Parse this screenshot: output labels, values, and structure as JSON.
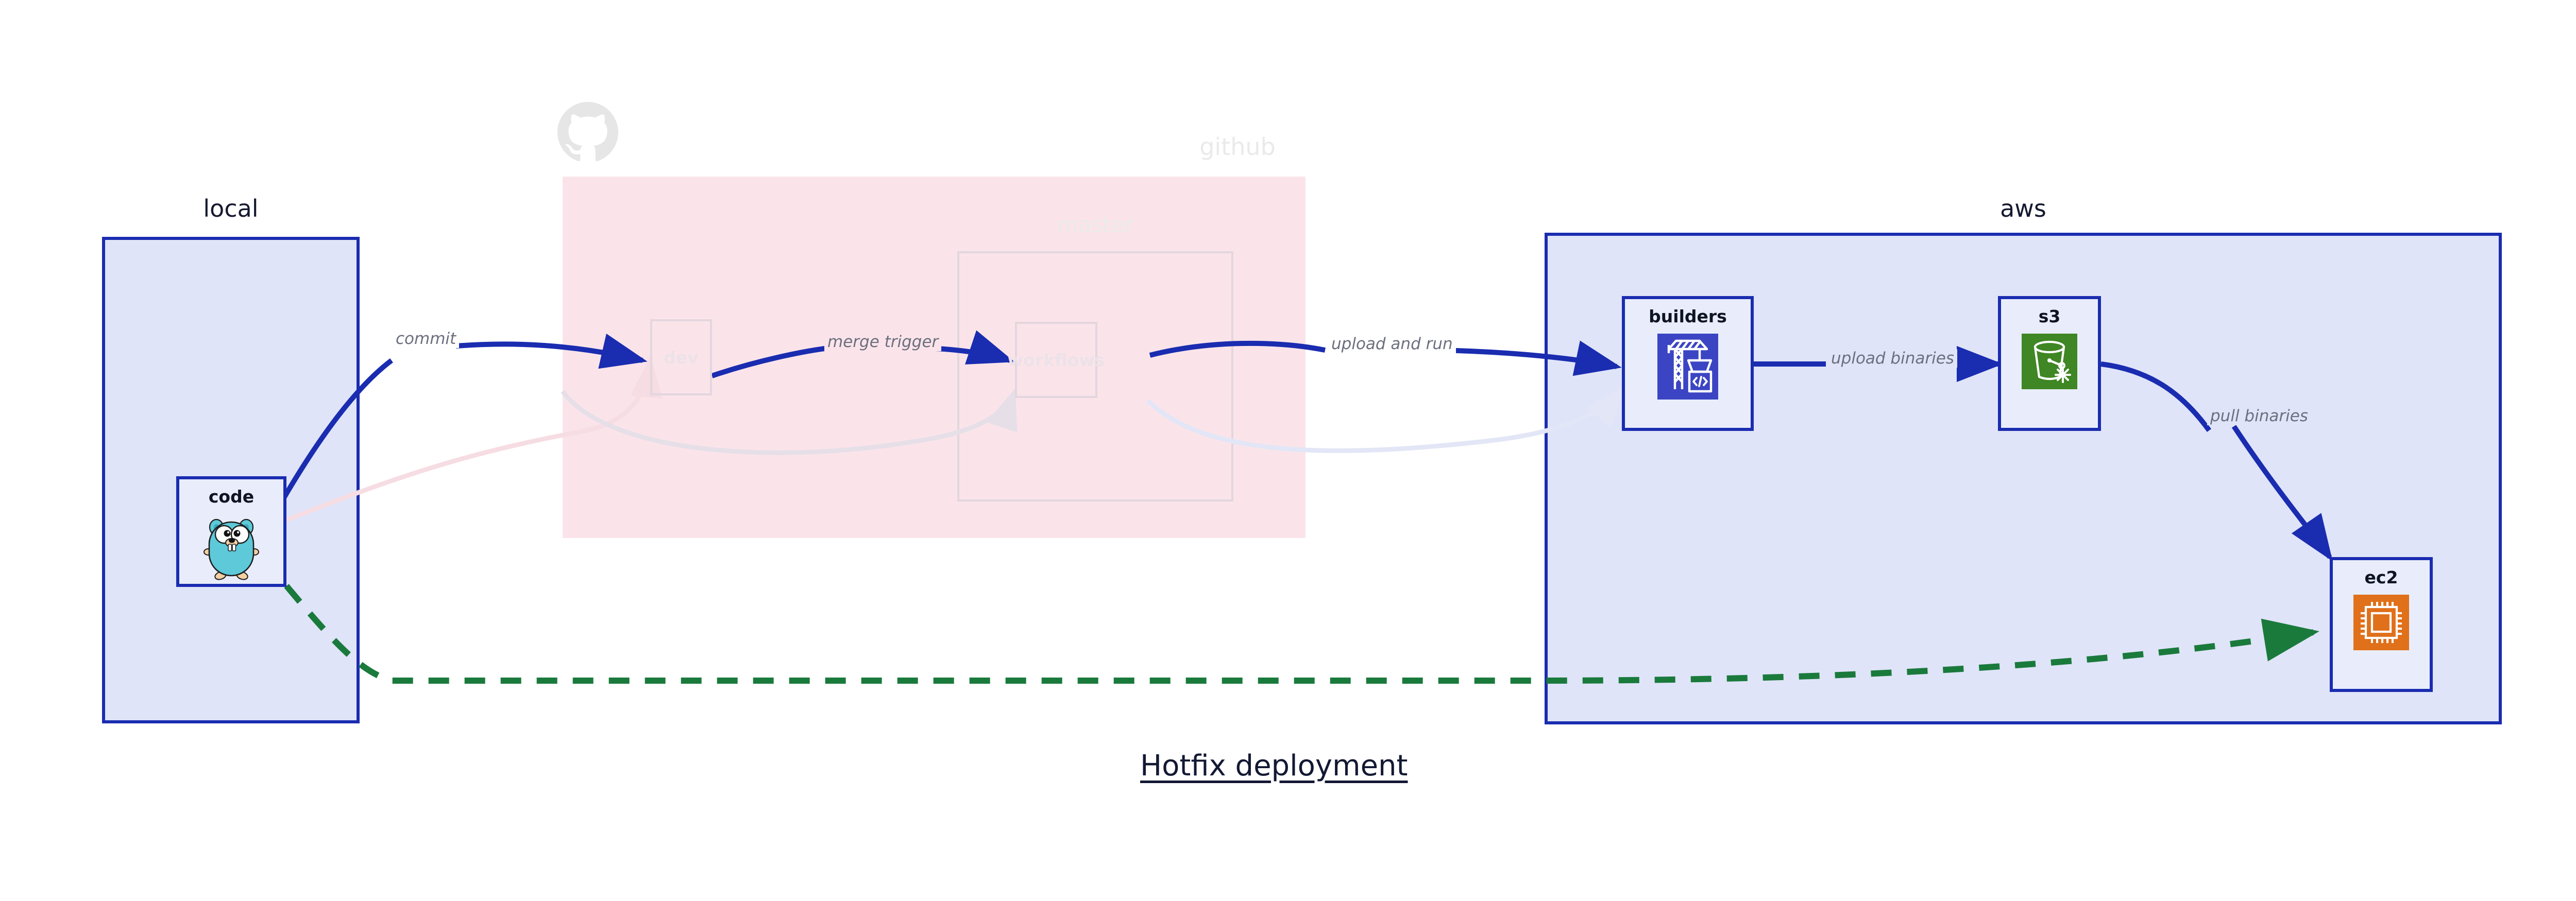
{
  "caption": "Hotfix deployment",
  "colors": {
    "group_border_blue": "#1a2cb0",
    "group_fill_blue": "#dfe4f8",
    "group_fill_pink": "#fae4ea",
    "node_fill": "#e9edfb",
    "edge_blue": "#1a2cb0",
    "edge_green": "#1a7a3c",
    "edge_label_gray": "#6c6f7e",
    "faded_gray": "#eaeaea",
    "s3_green": "#3f8624",
    "ec2_orange": "#e0701a",
    "codebuild_blue": "#3b45c4",
    "gopher_teal": "#5dc9d9"
  },
  "groups": [
    {
      "id": "local",
      "title": "local",
      "faded": false
    },
    {
      "id": "github",
      "title": "github",
      "faded": true
    },
    {
      "id": "master",
      "title": "master",
      "faded": true
    },
    {
      "id": "aws",
      "title": "aws",
      "faded": false
    }
  ],
  "nodes": [
    {
      "id": "code",
      "label": "code",
      "icon": "go-gopher-icon",
      "faded": false
    },
    {
      "id": "dev",
      "label": "dev",
      "icon": "none",
      "faded": true
    },
    {
      "id": "workflows",
      "label": "workflows",
      "icon": "none",
      "faded": true
    },
    {
      "id": "builders",
      "label": "builders",
      "icon": "aws-codebuild-icon",
      "faded": false
    },
    {
      "id": "s3",
      "label": "s3",
      "icon": "aws-s3-bucket-icon",
      "faded": false
    },
    {
      "id": "ec2",
      "label": "ec2",
      "icon": "aws-ec2-chip-icon",
      "faded": false
    }
  ],
  "edges": [
    {
      "id": "commit",
      "label": "commit",
      "from": "code",
      "to": "dev",
      "style": "solid",
      "color": "#1a2cb0",
      "faded": false
    },
    {
      "id": "merge-trigger",
      "label": "merge trigger",
      "from": "dev",
      "to": "workflows",
      "style": "solid",
      "color": "#1a2cb0",
      "faded": false
    },
    {
      "id": "upload-and-run",
      "label": "upload and run",
      "from": "workflows",
      "to": "builders",
      "style": "solid",
      "color": "#1a2cb0",
      "faded": false
    },
    {
      "id": "upload-binaries",
      "label": "upload binaries",
      "from": "builders",
      "to": "s3",
      "style": "solid",
      "color": "#1a2cb0",
      "faded": false
    },
    {
      "id": "pull-binaries",
      "label": "pull binaries",
      "from": "s3",
      "to": "ec2",
      "style": "solid",
      "color": "#1a2cb0",
      "faded": false
    },
    {
      "id": "hotfix-direct",
      "label": "",
      "from": "code",
      "to": "ec2",
      "style": "dashed",
      "color": "#1a7a3c",
      "faded": false
    },
    {
      "id": "ghost-code-dev",
      "label": "",
      "from": "code",
      "to": "dev",
      "style": "solid",
      "color": "#f6dde3",
      "faded": true
    },
    {
      "id": "ghost-dev-wf",
      "label": "",
      "from": "dev",
      "to": "workflows",
      "style": "solid",
      "color": "#e6dfe8",
      "faded": true
    },
    {
      "id": "ghost-wf-build",
      "label": "",
      "from": "workflows",
      "to": "builders",
      "style": "solid",
      "color": "#e2e6f6",
      "faded": true
    }
  ],
  "logos": [
    {
      "id": "github-octocat",
      "name": "github-octocat-icon"
    }
  ]
}
